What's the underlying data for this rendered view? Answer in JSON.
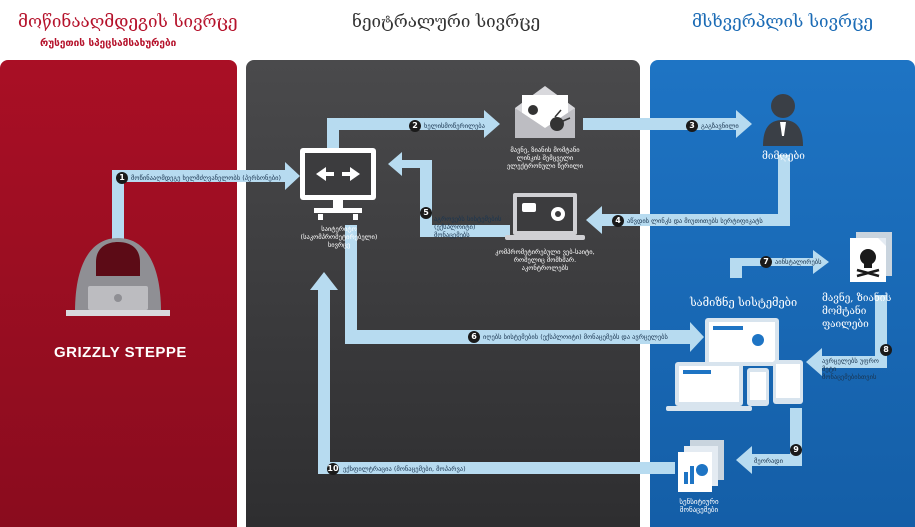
{
  "headers": {
    "adversary_space": "მოწინააღმდეგის სივრცე",
    "adversary_sub": "რუსეთის სპეცსამსახურები",
    "neutral_space": "ნეიტრალური სივრცე",
    "victim_space": "მსხვერპლის სივრცე"
  },
  "labels": {
    "grizzly": "GRIZZLY STEPPE",
    "infrastructure": "საიტერ­იტო (საკომპრომეტ­ირებელი) სივრცე",
    "malicious_email": "მავნე, ზიანის მომტანი ლინკის შემცველი ელექტრონული წერილი",
    "compromised_site": "კომპრომეტირებული ვებ-საიტი, რომელიც მომხმარ. აკონტროლებს",
    "recipients": "მიმღები",
    "target_systems": "სამიზნე სისტემები",
    "malicious_files": "მავნე, ზიანის მომტანი ფაილები",
    "sensitive_data": "სენსიტიური მონაცემები"
  },
  "steps": [
    {
      "n": "1",
      "text": "მოწინააღმდეგე ხელმძღვანელობს (პერსონები)"
    },
    {
      "n": "2",
      "text": "ხელისმოწერილება"
    },
    {
      "n": "3",
      "text": "გაგზავნილი"
    },
    {
      "n": "4",
      "text": "აწვდის ლინკს და მიუთითებს სერტიფიკატს"
    },
    {
      "n": "5",
      "text": "აგროვებს სისტემების (ექსპლოიტი) მონაცემებს"
    },
    {
      "n": "6",
      "text": "იღებს სისტემების (ექსპლოიტი) მონაცემებს და ავრცელებს"
    },
    {
      "n": "7",
      "text": "აინსტალირებს"
    },
    {
      "n": "8",
      "text": "ავრცელებს უფრო მეტი მონაცემებისთვის"
    },
    {
      "n": "9",
      "text": "მეორადი"
    },
    {
      "n": "10",
      "text": "ექსფილტრაცია (მონაცემები, მოპარვა)"
    }
  ],
  "colors": {
    "adversary": "#a90f25",
    "neutral": "#3c3c3e",
    "victim": "#1a6ab8",
    "arrow": "#b7dbf0"
  }
}
